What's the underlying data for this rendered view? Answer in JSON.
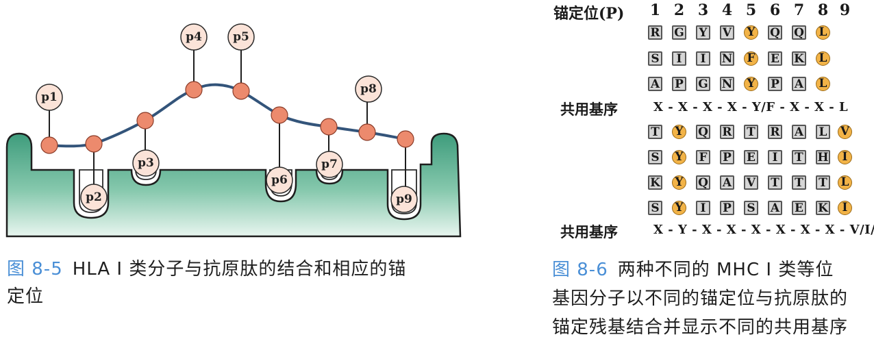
{
  "figure_left": {
    "pockets": [
      "p1",
      "p2",
      "p3",
      "p4",
      "p5",
      "p6",
      "p7",
      "p8",
      "p9"
    ],
    "caption_number": "图 8-5",
    "caption_line1": "HLA Ⅰ 类分子与抗原肽的结合和相应的锚",
    "caption_line2": "定位"
  },
  "figure_right": {
    "position_label": "锚定位(P)",
    "positions": [
      "1",
      "2",
      "3",
      "4",
      "5",
      "6",
      "7",
      "8",
      "9"
    ],
    "group1": [
      [
        "R",
        "G",
        "Y",
        "V",
        "Y",
        "Q",
        "Q",
        "L"
      ],
      [
        "S",
        "I",
        "I",
        "N",
        "F",
        "E",
        "K",
        "L"
      ],
      [
        "A",
        "P",
        "G",
        "N",
        "Y",
        "P",
        "A",
        "L"
      ]
    ],
    "consensus_label_1": "共用基序",
    "consensus_1": "X - X - X - X - Y/F - X - X - L",
    "group2": [
      [
        "T",
        "Y",
        "Q",
        "R",
        "T",
        "R",
        "A",
        "L",
        "V"
      ],
      [
        "S",
        "Y",
        "F",
        "P",
        "E",
        "I",
        "T",
        "H",
        "I"
      ],
      [
        "K",
        "Y",
        "Q",
        "A",
        "V",
        "T",
        "T",
        "T",
        "L"
      ],
      [
        "S",
        "Y",
        "I",
        "P",
        "S",
        "A",
        "E",
        "K",
        "I"
      ]
    ],
    "consensus_label_2": "共用基序",
    "consensus_2": "X - Y - X - X - X - X - X - X - V/I/L",
    "caption_number": "图 8-6",
    "caption_line1": "两种不同的 MHC Ⅰ 类等位",
    "caption_line2": "基因分子以不同的锚定位与抗原肽的",
    "caption_line3": "锚定残基结合并显示不同的共用基序"
  }
}
